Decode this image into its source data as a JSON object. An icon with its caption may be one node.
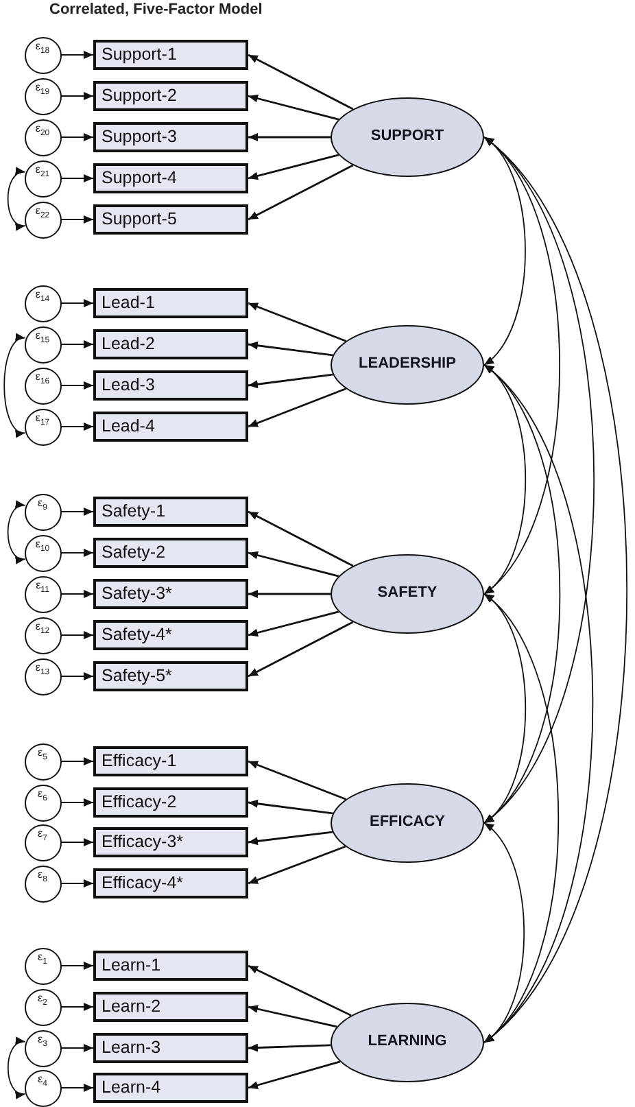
{
  "diagram": {
    "title": "Correlated, Five-Factor Model",
    "nodes": [
      {
        "text": [
          "ε$_{18}$"
        ]
      },
      {
        "text": [
          "Support-1"
        ]
      },
      {
        "text": [
          "ε$_{19}$"
        ]
      },
      {
        "text": [
          "Support-2"
        ]
      },
      {
        "text": [
          "ε$_{20}$"
        ]
      },
      {
        "text": [
          "Support-3"
        ]
      },
      {
        "text": [
          "ε$_{21}$"
        ]
      },
      {
        "text": [
          "Support-4"
        ]
      },
      {
        "text": [
          "ε$_{22}$"
        ]
      },
      {
        "text": [
          "Support-5"
        ]
      },
      {
        "text": [
          "SUPPORT"
        ]
      },
      {
        "text": [
          "ε$_{14}$"
        ]
      },
      {
        "text": [
          "Lead-1"
        ]
      },
      {
        "text": [
          "ε$_{15}$"
        ]
      },
      {
        "text": [
          "Lead-2"
        ]
      },
      {
        "text": [
          "ε$_{16}$"
        ]
      },
      {
        "text": [
          "Lead-3"
        ]
      },
      {
        "text": [
          "ε$_{17}$"
        ]
      },
      {
        "text": [
          "Lead-4"
        ]
      },
      {
        "text": [
          "LEADERSHIP"
        ]
      },
      {
        "text": [
          "ε$_{9}$"
        ]
      },
      {
        "text": [
          "Safety-1"
        ]
      },
      {
        "text": [
          "ε$_{10}$"
        ]
      },
      {
        "text": [
          "Safety-2"
        ]
      },
      {
        "text": [
          "ε$_{11}$"
        ]
      },
      {
        "text": [
          "Safety-3*"
        ]
      },
      {
        "text": [
          "ε$_{12}$"
        ]
      },
      {
        "text": [
          "Safety-4*"
        ]
      },
      {
        "text": [
          "ε$_{13}$"
        ]
      },
      {
        "text": [
          "Safety-5*"
        ]
      },
      {
        "text": [
          "SAFETY"
        ]
      },
      {
        "text": [
          "ε$_{5}$"
        ]
      },
      {
        "text": [
          "Efficacy-1"
        ]
      },
      {
        "text": [
          "ε$_{6}$"
        ]
      },
      {
        "text": [
          "Efficacy-2"
        ]
      },
      {
        "text": [
          "ε$_{7}$"
        ]
      },
      {
        "text": [
          "Efficacy-3*"
        ]
      },
      {
        "text": [
          "ε$_{8}$"
        ]
      },
      {
        "text": [
          "Efficacy-4*"
        ]
      },
      {
        "text": [
          "EFFICACY"
        ]
      },
      {
        "text": [
          "ε$_{1}$"
        ]
      },
      {
        "text": [
          "Learn-1"
        ]
      },
      {
        "text": [
          "ε$_{2}$"
        ]
      },
      {
        "text": [
          "Learn-2"
        ]
      },
      {
        "text": [
          "ε$_{3}$"
        ]
      },
      {
        "text": [
          "Learn-3"
        ]
      },
      {
        "text": [
          "ε$_{4}$"
        ]
      },
      {
        "text": [
          "Learn-4"
        ]
      },
      {
        "text": [
          "LEARNING"
        ]
      }
    ],
    "edges": [
      {
        "from": 0,
        "to": 1,
        "arrow": "to"
      },
      {
        "from": 2,
        "to": 3,
        "arrow": "to"
      },
      {
        "from": 4,
        "to": 5,
        "arrow": "to"
      },
      {
        "from": 6,
        "to": 7,
        "arrow": "to"
      },
      {
        "from": 8,
        "to": 9,
        "arrow": "to"
      },
      {
        "from": 11,
        "to": 12,
        "arrow": "to"
      },
      {
        "from": 13,
        "to": 14,
        "arrow": "to"
      },
      {
        "from": 15,
        "to": 16,
        "arrow": "to"
      },
      {
        "from": 17,
        "to": 18,
        "arrow": "to"
      },
      {
        "from": 20,
        "to": 21,
        "arrow": "to"
      },
      {
        "from": 22,
        "to": 23,
        "arrow": "to"
      },
      {
        "from": 24,
        "to": 25,
        "arrow": "to"
      },
      {
        "from": 26,
        "to": 27,
        "arrow": "to"
      },
      {
        "from": 28,
        "to": 29,
        "arrow": "to"
      },
      {
        "from": 31,
        "to": 32,
        "arrow": "to"
      },
      {
        "from": 33,
        "to": 34,
        "arrow": "to"
      },
      {
        "from": 35,
        "to": 36,
        "arrow": "to"
      },
      {
        "from": 37,
        "to": 38,
        "arrow": "to"
      },
      {
        "from": 40,
        "to": 41,
        "arrow": "to"
      },
      {
        "from": 42,
        "to": 43,
        "arrow": "to"
      },
      {
        "from": 44,
        "to": 45,
        "arrow": "to"
      },
      {
        "from": 46,
        "to": 47,
        "arrow": "to"
      },
      {
        "from": 10,
        "to": 1,
        "arrow": "to"
      },
      {
        "from": 10,
        "to": 3,
        "arrow": "to"
      },
      {
        "from": 10,
        "to": 5,
        "arrow": "to"
      },
      {
        "from": 10,
        "to": 7,
        "arrow": "to"
      },
      {
        "from": 10,
        "to": 9,
        "arrow": "to"
      },
      {
        "from": 19,
        "to": 12,
        "arrow": "to"
      },
      {
        "from": 19,
        "to": 14,
        "arrow": "to"
      },
      {
        "from": 19,
        "to": 16,
        "arrow": "to"
      },
      {
        "from": 19,
        "to": 18,
        "arrow": "to"
      },
      {
        "from": 30,
        "to": 21,
        "arrow": "to"
      },
      {
        "from": 30,
        "to": 23,
        "arrow": "to"
      },
      {
        "from": 30,
        "to": 25,
        "arrow": "to"
      },
      {
        "from": 30,
        "to": 27,
        "arrow": "to"
      },
      {
        "from": 30,
        "to": 29,
        "arrow": "to"
      },
      {
        "from": 39,
        "to": 32,
        "arrow": "to"
      },
      {
        "from": 39,
        "to": 34,
        "arrow": "to"
      },
      {
        "from": 39,
        "to": 36,
        "arrow": "to"
      },
      {
        "from": 39,
        "to": 38,
        "arrow": "to"
      },
      {
        "from": 48,
        "to": 41,
        "arrow": "to"
      },
      {
        "from": 48,
        "to": 43,
        "arrow": "to"
      },
      {
        "from": 48,
        "to": 45,
        "arrow": "to"
      },
      {
        "from": 48,
        "to": 47,
        "arrow": "to"
      },
      {
        "from": 6,
        "to": 8,
        "arrow": "both"
      },
      {
        "from": 13,
        "to": 17,
        "arrow": "both"
      },
      {
        "from": 20,
        "to": 22,
        "arrow": "both"
      },
      {
        "from": 44,
        "to": 46,
        "arrow": "both"
      },
      {
        "from": 10,
        "to": 19,
        "arrow": "both"
      },
      {
        "from": 10,
        "to": 30,
        "arrow": "both"
      },
      {
        "from": 10,
        "to": 39,
        "arrow": "both"
      },
      {
        "from": 10,
        "to": 48,
        "arrow": "both"
      },
      {
        "from": 19,
        "to": 30,
        "arrow": "both"
      },
      {
        "from": 19,
        "to": 39,
        "arrow": "both"
      },
      {
        "from": 19,
        "to": 48,
        "arrow": "both"
      },
      {
        "from": 30,
        "to": 39,
        "arrow": "both"
      },
      {
        "from": 30,
        "to": 48,
        "arrow": "both"
      },
      {
        "from": 39,
        "to": 48,
        "arrow": "both"
      }
    ]
  }
}
